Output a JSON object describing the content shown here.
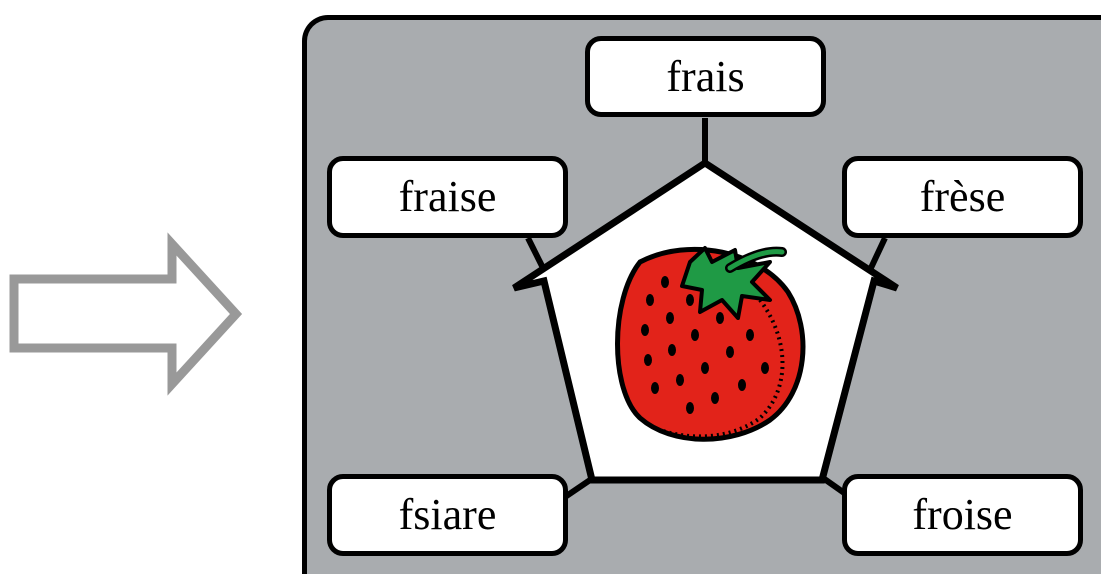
{
  "center_image": "strawberry",
  "options": {
    "top": "frais",
    "upper_left": "fraise",
    "upper_right": "frèse",
    "lower_left": "fsiare",
    "lower_right": "froise"
  },
  "colors": {
    "panel": "#a9acaf",
    "arrow_outline": "#999999",
    "strawberry_red": "#e2231a",
    "leaf_green": "#1f9a45"
  }
}
